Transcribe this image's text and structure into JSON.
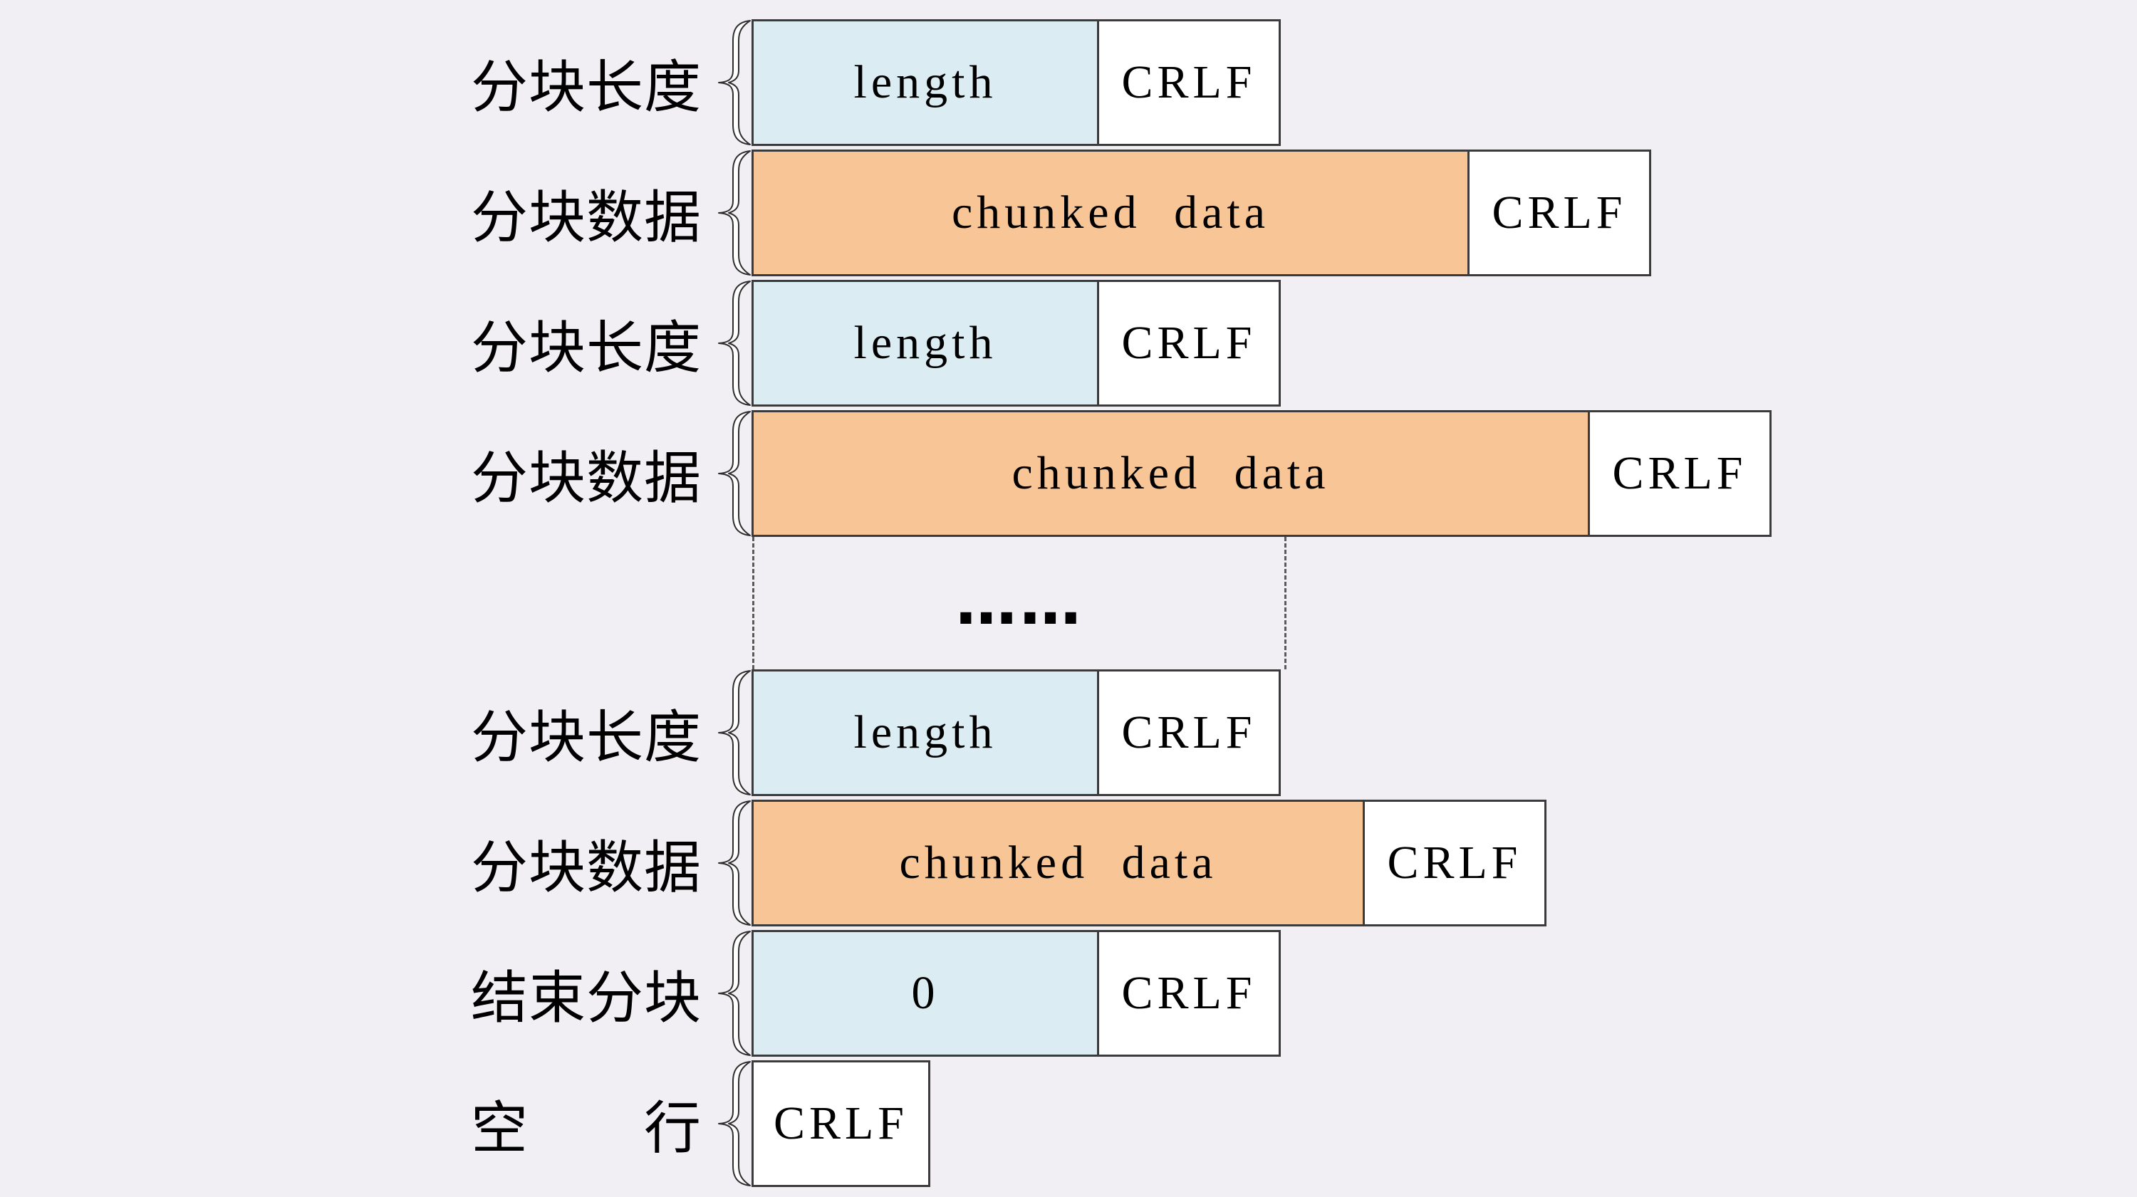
{
  "colors": {
    "background": "#f1eff4",
    "length_fill": "#dbecf3",
    "data_fill": "#f7c596",
    "crlf_fill": "#ffffff",
    "border": "#3b3b3b",
    "text": "#000000"
  },
  "ellipsis": "……",
  "rows": [
    {
      "label": "分块长度",
      "cells": [
        {
          "text": "length"
        },
        {
          "text": "CRLF"
        }
      ]
    },
    {
      "label": "分块数据",
      "cells": [
        {
          "text": "chunked data"
        },
        {
          "text": "CRLF"
        }
      ]
    },
    {
      "label": "分块长度",
      "cells": [
        {
          "text": "length"
        },
        {
          "text": "CRLF"
        }
      ]
    },
    {
      "label": "分块数据",
      "cells": [
        {
          "text": "chunked data"
        },
        {
          "text": "CRLF"
        }
      ]
    },
    {
      "label": "分块长度",
      "cells": [
        {
          "text": "length"
        },
        {
          "text": "CRLF"
        }
      ]
    },
    {
      "label": "分块数据",
      "cells": [
        {
          "text": "chunked data"
        },
        {
          "text": "CRLF"
        }
      ]
    },
    {
      "label": "结束分块",
      "cells": [
        {
          "text": "0"
        },
        {
          "text": "CRLF"
        }
      ]
    },
    {
      "label": "空　　行",
      "cells": [
        {
          "text": "CRLF"
        }
      ]
    }
  ]
}
